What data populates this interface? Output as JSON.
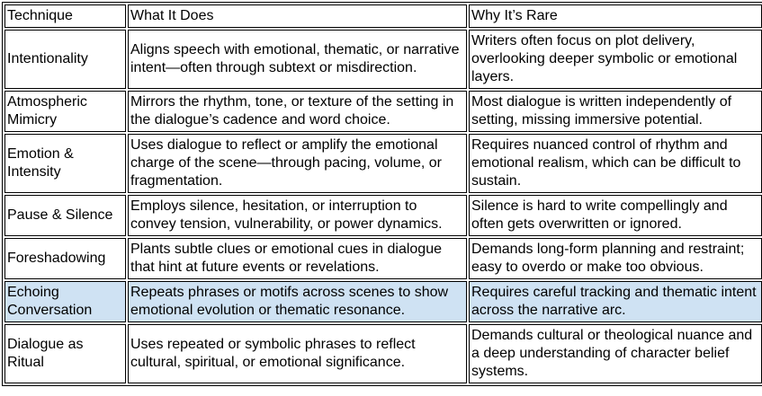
{
  "colors": {
    "highlight_row_background": "#cfe2f3",
    "table_border": "#000000",
    "text": "#000000"
  },
  "table": {
    "columns": [
      "Technique",
      "What It Does",
      "Why It’s Rare"
    ],
    "rows": [
      {
        "technique": "Intentionality",
        "what_it_does": "Aligns speech with emotional, thematic, or narrative intent—often through subtext or misdirection.",
        "why_its_rare": "Writers often focus on plot delivery, overlooking deeper symbolic or emotional layers.",
        "highlighted": false
      },
      {
        "technique": "Atmospheric Mimicry",
        "what_it_does": "Mirrors the rhythm, tone, or texture of the setting in the dialogue’s cadence and word choice.",
        "why_its_rare": "Most dialogue is written independently of setting, missing immersive potential.",
        "highlighted": false
      },
      {
        "technique": "Emotion & Intensity",
        "what_it_does": "Uses dialogue to reflect or amplify the emotional charge of the scene—through pacing, volume, or fragmentation.",
        "why_its_rare": "Requires nuanced control of rhythm and emotional realism, which can be difficult to sustain.",
        "highlighted": false
      },
      {
        "technique": "Pause & Silence",
        "what_it_does": "Employs silence, hesitation, or interruption to convey tension, vulnerability, or power dynamics.",
        "why_its_rare": "Silence is hard to write compellingly and often gets overwritten or ignored.",
        "highlighted": false
      },
      {
        "technique": "Foreshadowing",
        "what_it_does": "Plants subtle clues or emotional cues in dialogue that hint at future events or revelations.",
        "why_its_rare": "Demands long-form planning and restraint; easy to overdo or make too obvious.",
        "highlighted": false
      },
      {
        "technique": "Echoing Conversation",
        "what_it_does": "Repeats phrases or motifs across scenes to show emotional evolution or thematic resonance.",
        "why_its_rare": "Requires careful tracking and thematic intent across the narrative arc.",
        "highlighted": true
      },
      {
        "technique": "Dialogue as Ritual",
        "what_it_does": "Uses repeated or symbolic phrases to reflect cultural, spiritual, or emotional significance.",
        "why_its_rare": "Demands cultural or theological nuance and a deep understanding of character belief systems.",
        "highlighted": false
      }
    ]
  }
}
